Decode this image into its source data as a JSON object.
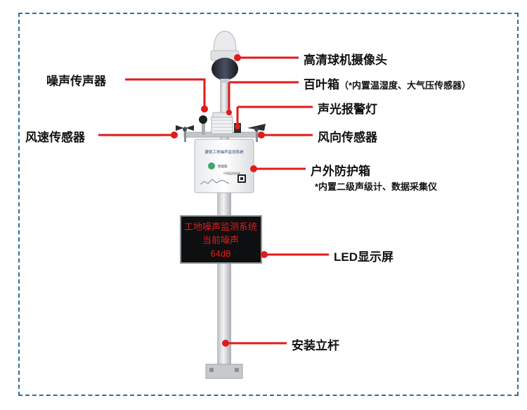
{
  "labels": {
    "camera": "高清球机摄像头",
    "noise_sensor": "噪声传声器",
    "louver_box": "百叶箱",
    "louver_note": "（*内置温湿度、大气压传感器）",
    "alarm_light": "声光报警灯",
    "wind_speed": "风速传感器",
    "wind_direction": "风向传感器",
    "outdoor_box": "户外防护箱",
    "outdoor_note": "*内置二级声级计、数据采集仪",
    "led_screen": "LED显示屏",
    "pole": "安装立杆"
  },
  "box_panel": {
    "title": "建筑工地噪声监测系统",
    "logo_text": "智能版",
    "small_text": "环境监测系统"
  },
  "led_display": {
    "line1": "工地噪声监测系统",
    "line2": "当前噪声",
    "line3": "64dB"
  },
  "colors": {
    "pointer": "#e11b1b",
    "frame": "#2f6f9f",
    "led_text": "#e11b1b"
  }
}
